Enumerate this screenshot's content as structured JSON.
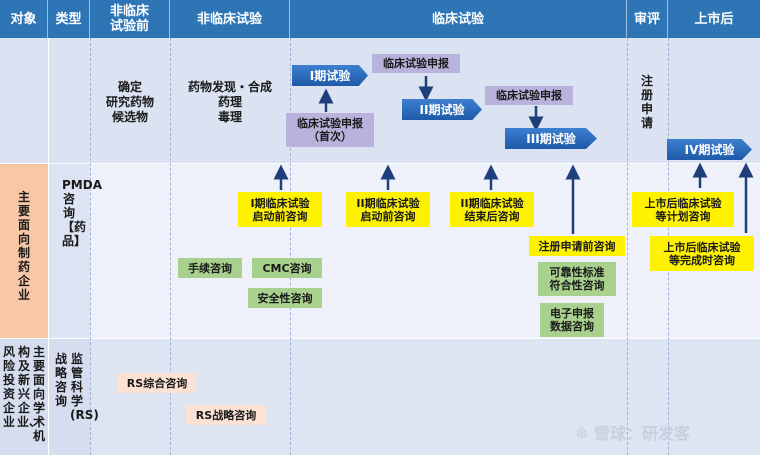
{
  "header": {
    "object": "对象",
    "type": "类型",
    "preclinical_line1": "非临床",
    "preclinical_line2": "试验前",
    "nonclinical": "非临床试验",
    "clinical": "临床试验",
    "review": "审评",
    "post_market": "上市后"
  },
  "rows": {
    "row2_object": "主要面向制药企业",
    "row2_type": "PMDA咨询【药品】",
    "row3_object_col1": "风险投资企业",
    "row3_object_col2": "构及新兴企业、",
    "row3_object_col3": "主要面向学术机",
    "row3_type_col1": "战略咨询",
    "row3_type_col2": "监管科学(RS)"
  },
  "stages": {
    "candidate_line1": "确定",
    "candidate_line2": "研究药物",
    "candidate_line3": "候选物",
    "discovery_line1": "药物发现・合成",
    "discovery_line2": "药理",
    "discovery_line3": "毒理",
    "approval_text": "注册申请"
  },
  "phases": {
    "p1": "I期试验",
    "p2": "II期试验",
    "p3": "III期试验",
    "p4": "IV期试验"
  },
  "applications": {
    "first_line1": "临床试验申报",
    "first_line2": "（首次）",
    "second": "临床试验申报",
    "third": "临床试验申报"
  },
  "consults": {
    "y1_line1": "I期临床试验",
    "y1_line2": "启动前咨询",
    "y2_line1": "II期临床试验",
    "y2_line2": "启动前咨询",
    "y3_line1": "II期临床试验",
    "y3_line2": "结束后咨询",
    "y4": "注册申请前咨询",
    "y5_line1": "上市后临床试验",
    "y5_line2": "等计划咨询",
    "y6_line1": "上市后临床试验",
    "y6_line2": "等完成时咨询",
    "g1": "手续咨询",
    "g2": "CMC咨询",
    "g3": "安全性咨询",
    "g4_line1": "可靠性标准",
    "g4_line2": "符合性咨询",
    "g5_line1": "电子申报",
    "g5_line2": "数据咨询",
    "rs1": "RS综合咨询",
    "rs2": "RS战略咨询"
  },
  "watermark": "雪球：研发客",
  "colors": {
    "header_blue": "#2e75b6",
    "phase_blue": "#1e5aa8",
    "yellow": "#fff200",
    "green": "#a9d18e",
    "purple": "#b9b2dc",
    "peach": "#f8c7a6",
    "pink": "#fbe2d5"
  }
}
